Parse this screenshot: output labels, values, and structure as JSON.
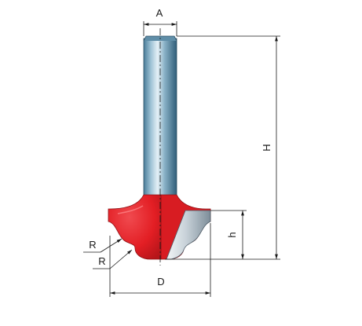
{
  "labels": {
    "A": "A",
    "H": "H",
    "h": "h",
    "D": "D",
    "R_upper": "R",
    "R_lower": "R"
  },
  "colors": {
    "shank_light": "#cfe3ee",
    "shank_mid": "#8db4c9",
    "shank_dark": "#3d6f8c",
    "cutter_red": "#e31e24",
    "blade_light": "#e8eef2",
    "blade_dark": "#8b9aa6",
    "dimension_line": "#1a1a1a"
  },
  "icons": {
    "tool": "router-bit-drawing"
  }
}
